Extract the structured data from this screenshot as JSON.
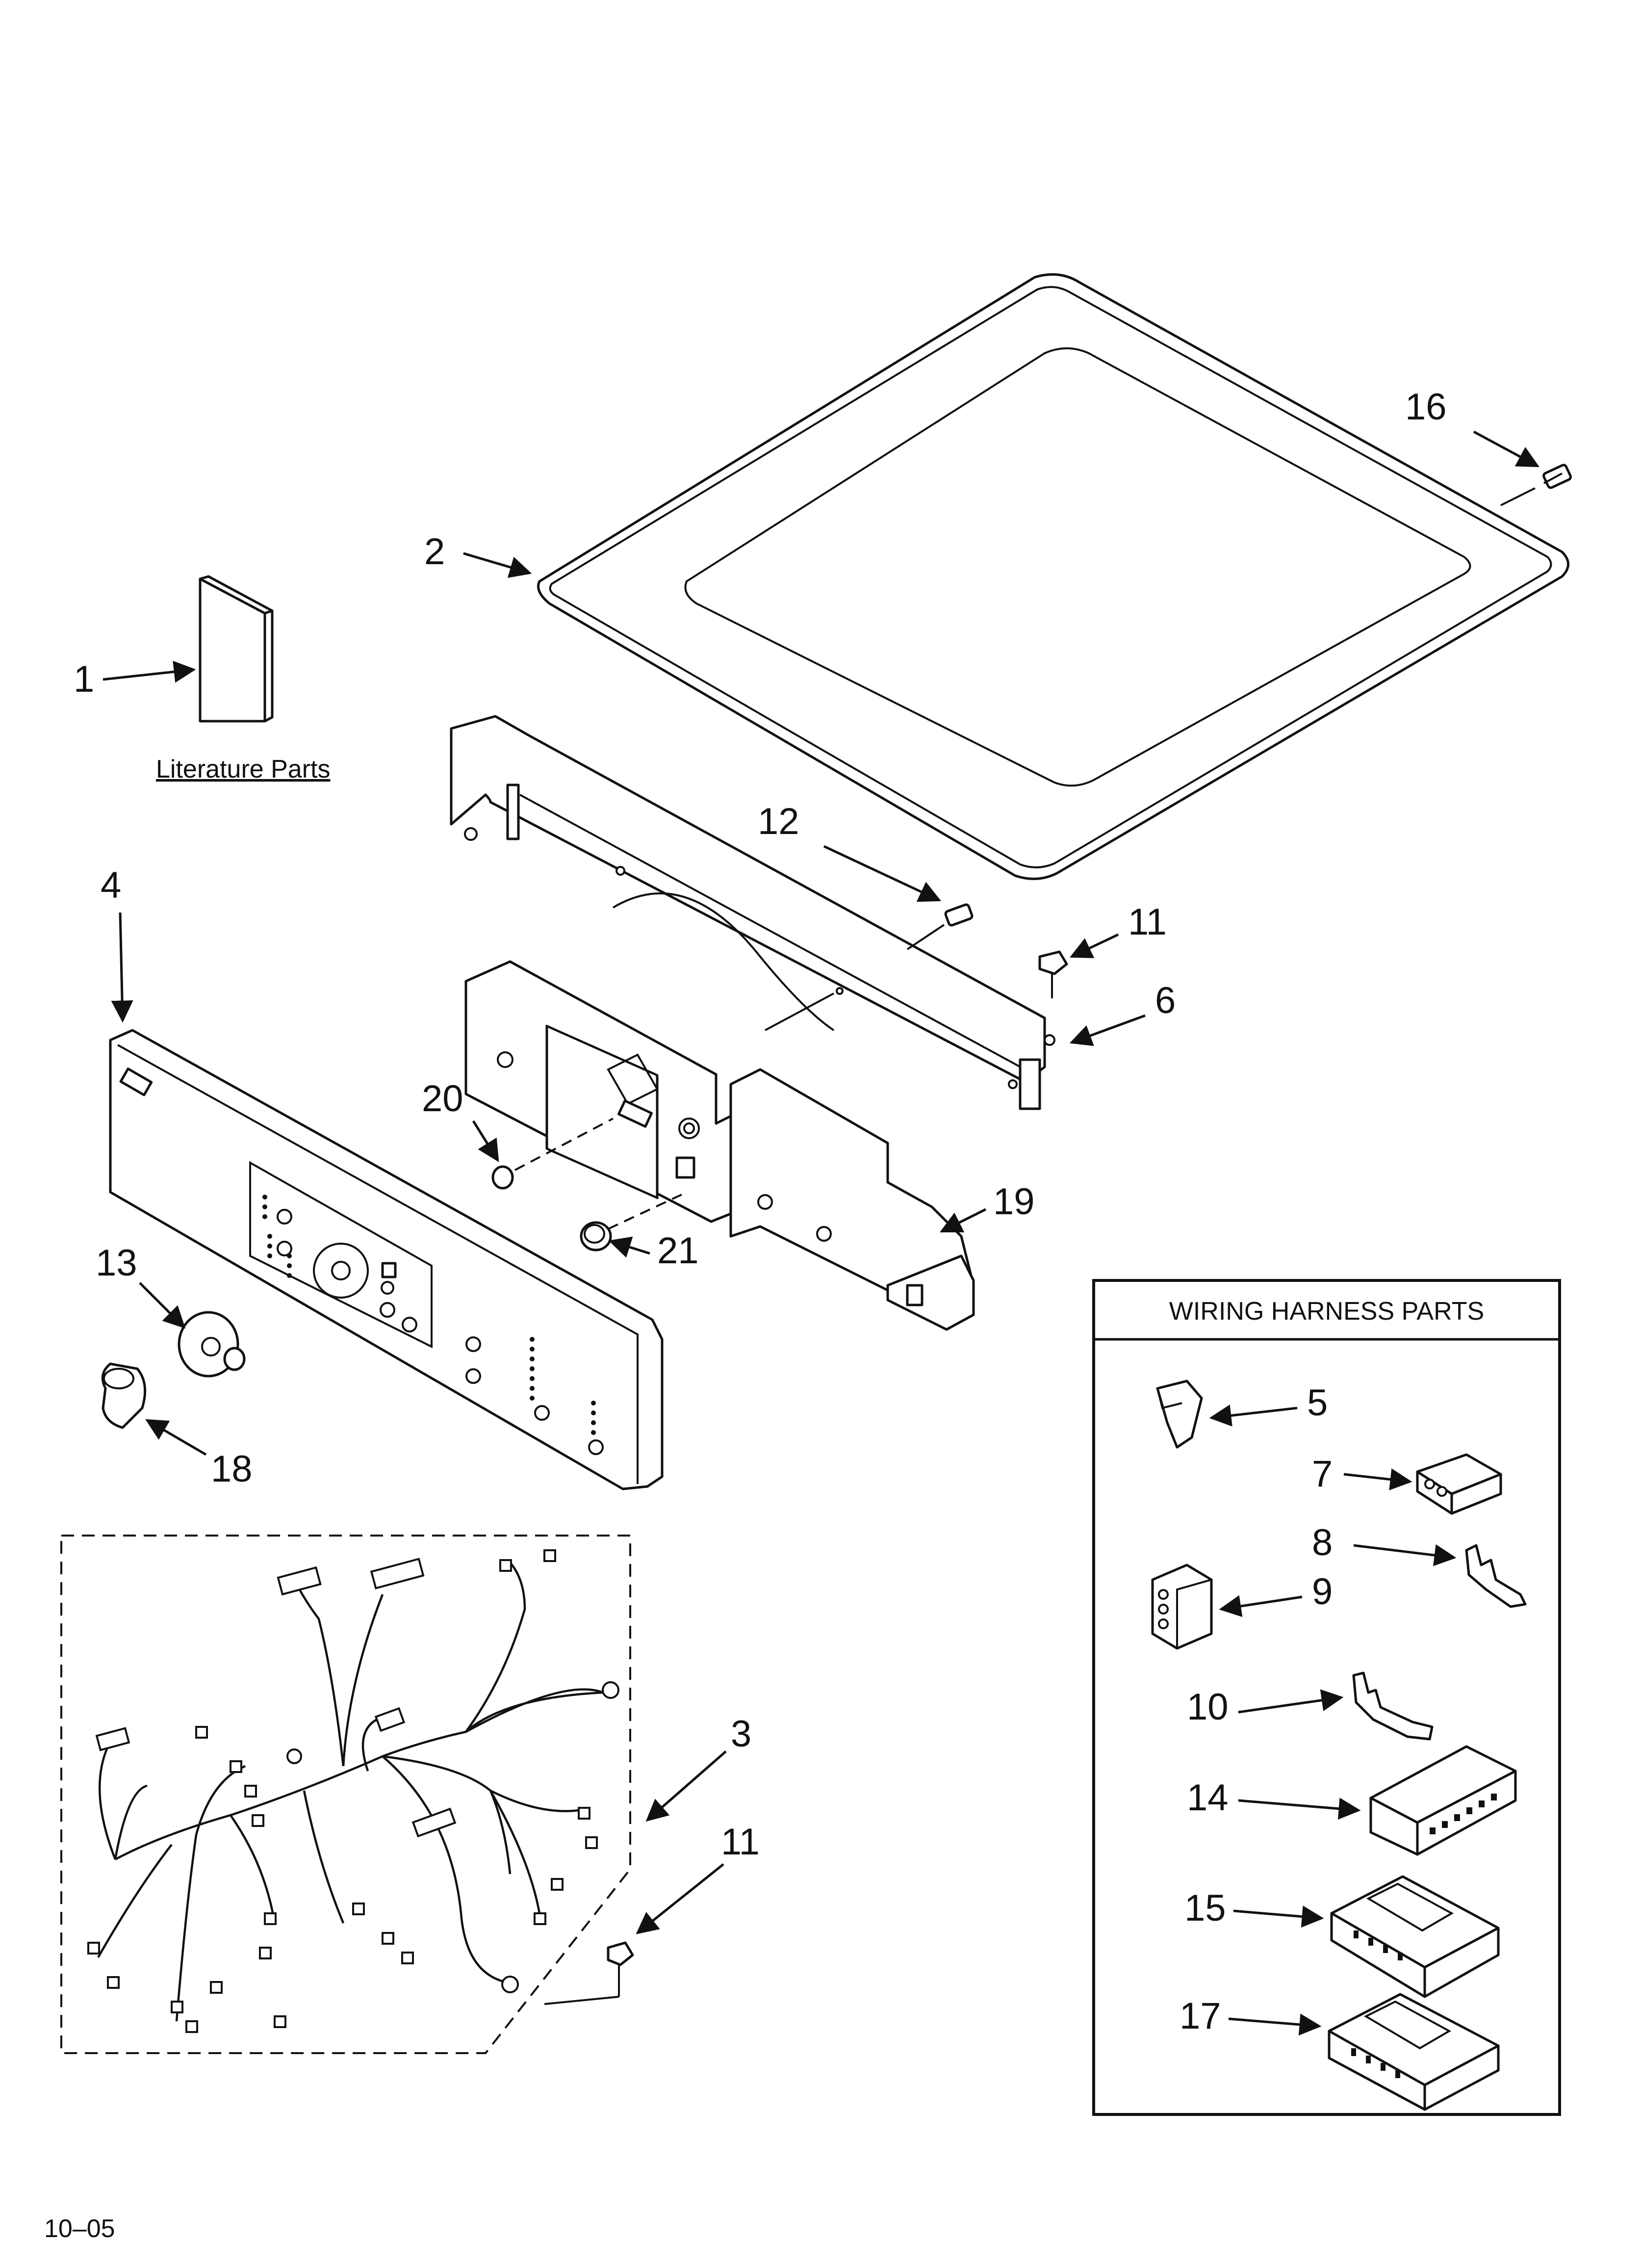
{
  "footer_code": "10–05",
  "literature_caption": "Literature Parts",
  "wiring_box_title": "WIRING HARNESS PARTS",
  "callouts": {
    "c1": "1",
    "c2": "2",
    "c3": "3",
    "c4": "4",
    "c5": "5",
    "c6": "6",
    "c7": "7",
    "c8": "8",
    "c9": "9",
    "c10": "10",
    "c11a": "11",
    "c11b": "11",
    "c12": "12",
    "c13": "13",
    "c14": "14",
    "c15": "15",
    "c16": "16",
    "c17": "17",
    "c18": "18",
    "c19": "19",
    "c20": "20",
    "c21": "21"
  }
}
